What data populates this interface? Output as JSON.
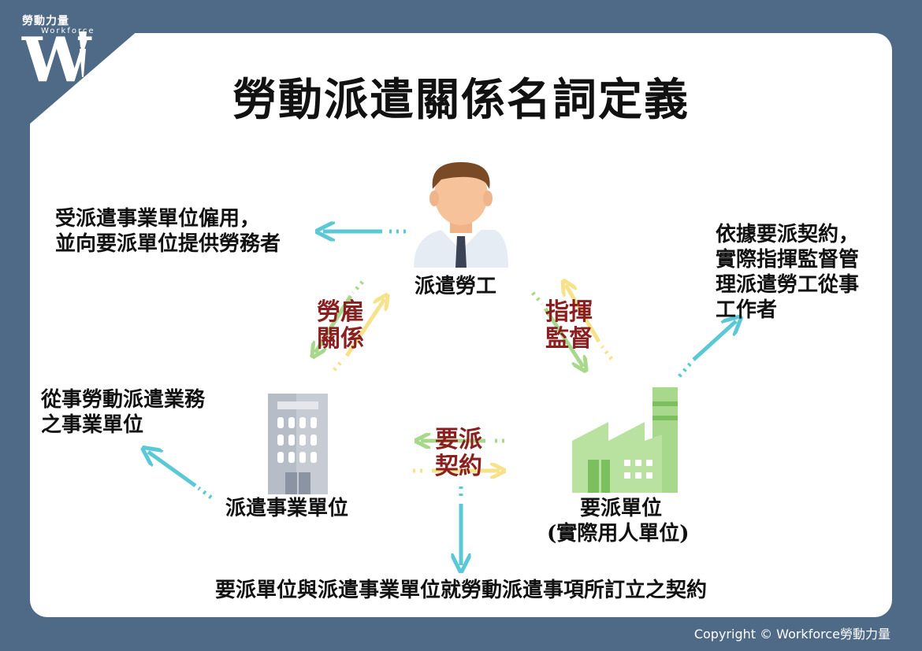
{
  "brand": {
    "name_cn": "勞動力量",
    "name_en": "Workforce",
    "mark": "W"
  },
  "title": "勞動派遣關係名詞定義",
  "nodes": {
    "worker": {
      "label": "派遣勞工",
      "icon": "worker-person-icon"
    },
    "dispatch_agency": {
      "label": "派遣事業單位",
      "icon": "office-building-icon"
    },
    "user_entity": {
      "label_line1": "要派單位",
      "label_line2": "(實際用人單位)",
      "icon": "factory-icon"
    }
  },
  "relations": {
    "employment": {
      "line1": "勞雇",
      "line2": "關係"
    },
    "supervision": {
      "line1": "指揮",
      "line2": "監督"
    },
    "contract": {
      "line1": "要派",
      "line2": "契約"
    }
  },
  "definitions": {
    "worker": {
      "line1": "受派遣事業單位僱用，",
      "line2": "並向要派單位提供勞務者"
    },
    "dispatch_agency": {
      "line1": "從事勞動派遣業務",
      "line2": "之事業單位"
    },
    "user_entity": {
      "line1": "依據要派契約，",
      "line2": "實際指揮監督管",
      "line3": "理派遣勞工從事",
      "line4": "工作者"
    },
    "contract": "要派單位與派遣事業單位就勞動派遣事項所訂立之契約"
  },
  "colors": {
    "background": "#4e6a86",
    "card": "#ffffff",
    "arrow": "#5bc8d6",
    "relation_text": "#8b1f1f",
    "green_arrow": "#a8d88c",
    "yellow_arrow": "#f5e28a"
  },
  "copyright": "Copyright © Workforce勞動力量"
}
